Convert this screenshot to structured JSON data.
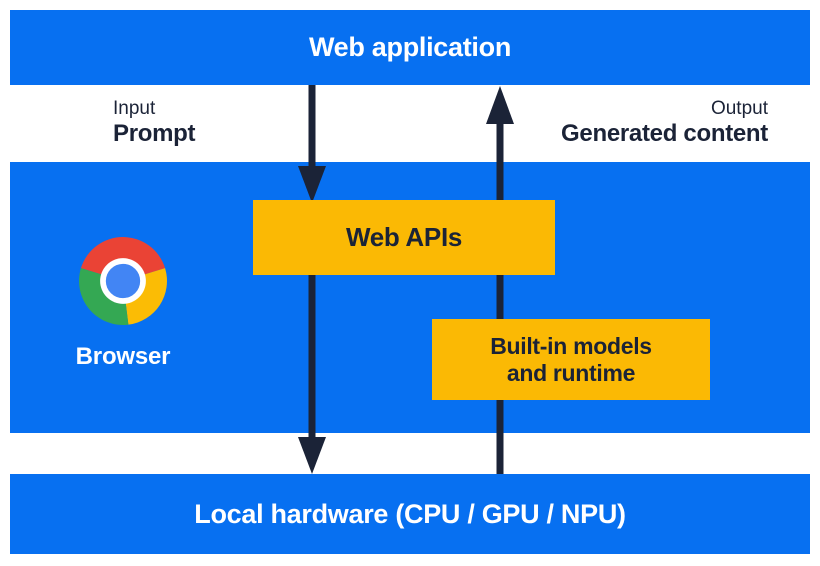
{
  "palette": {
    "blue": "#0770F1",
    "yellow": "#FBB904",
    "ink": "#1B2337",
    "white": "#FFFFFF",
    "chrome_red": "#EA4335",
    "chrome_yellow": "#FBBC05",
    "chrome_green": "#34A853",
    "chrome_blue": "#4285F4"
  },
  "top_bar": {
    "label": "Web application"
  },
  "io": {
    "input_title": "Input",
    "input_value": "Prompt",
    "output_title": "Output",
    "output_value": "Generated content"
  },
  "browser": {
    "label": "Browser",
    "logo_icon": "chrome-logo-icon"
  },
  "boxes": {
    "web_apis": "Web APIs",
    "builtin_line1": "Built-in models",
    "builtin_line2": "and runtime"
  },
  "bottom_bar": {
    "label": "Local hardware (CPU / GPU / NPU)"
  }
}
